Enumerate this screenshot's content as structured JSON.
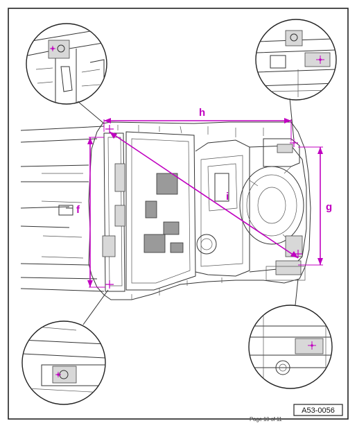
{
  "figure": {
    "reference_code": "A53-0056",
    "footer": "Page 10 of 11"
  },
  "dimensions": [
    {
      "label": "f"
    },
    {
      "label": "g"
    },
    {
      "label": "h"
    },
    {
      "label": "i"
    }
  ],
  "colors": {
    "dimension_lines": "#c000c0",
    "drawing_lines": "#333333",
    "frame": "#222222"
  }
}
